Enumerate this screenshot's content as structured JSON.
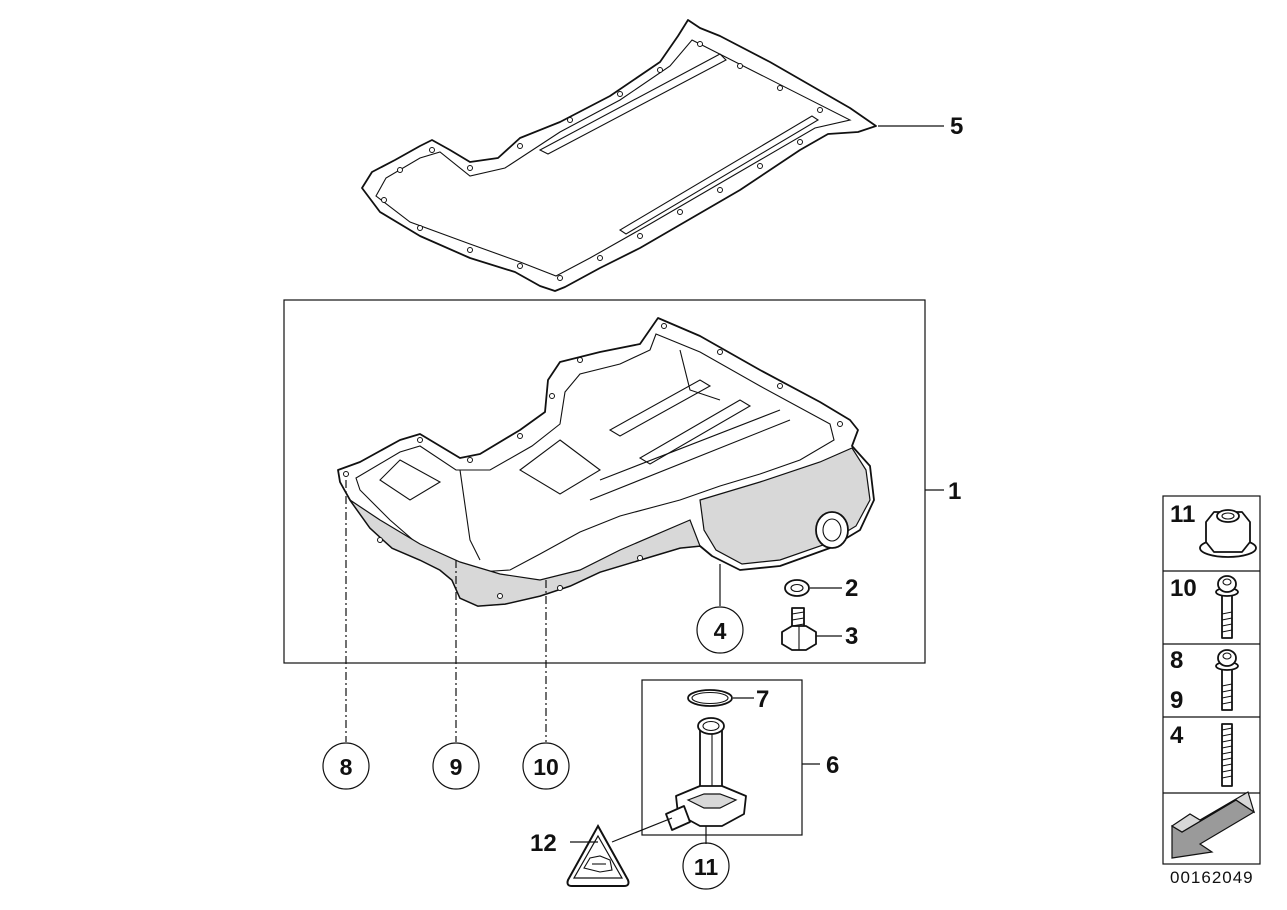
{
  "diagram_id": "00162049",
  "callouts": {
    "c1": "1",
    "c2": "2",
    "c3": "3",
    "c4": "4",
    "c5": "5",
    "c6": "6",
    "c7": "7",
    "c8": "8",
    "c9": "9",
    "c10": "10",
    "c11": "11",
    "c12": "12"
  },
  "fastener_table": {
    "rows": [
      {
        "labels": [
          "11"
        ],
        "icon": "flange-nut-icon"
      },
      {
        "labels": [
          "10"
        ],
        "icon": "torx-bolt-long-icon"
      },
      {
        "labels": [
          "8",
          "9"
        ],
        "icon": "torx-bolt-short-icon"
      },
      {
        "labels": [
          "4"
        ],
        "icon": "stud-icon"
      }
    ],
    "footer_icon": "view-direction-arrow-icon"
  },
  "colors": {
    "line": "#111111",
    "background": "#ffffff",
    "shade": "#d8d8d8"
  }
}
